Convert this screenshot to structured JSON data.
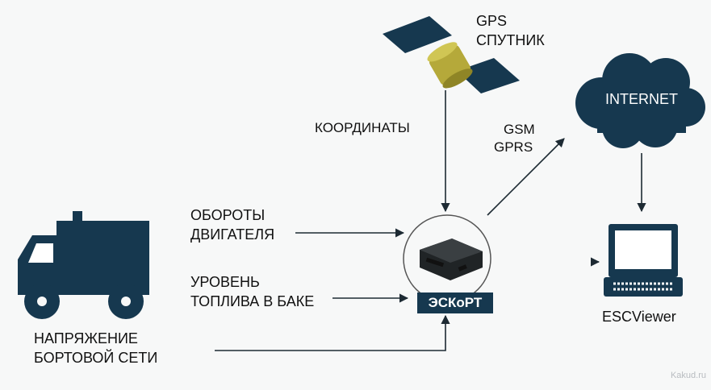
{
  "satellite_label": [
    "GPS",
    "СПУТНИК"
  ],
  "coordinates_label": "КООРДИНАТЫ",
  "gsm_label": [
    "GSM",
    "GPRS"
  ],
  "internet_label": "INTERNET",
  "engine_label": [
    "ОБОРОТЫ",
    "ДВИГАТЕЛЯ"
  ],
  "fuel_label": [
    "УРОВЕНЬ",
    "ТОПЛИВА В БАКЕ"
  ],
  "voltage_label": [
    "НАПРЯЖЕНИЕ",
    "БОРТОВОЙ СЕТИ"
  ],
  "device_label": "ЭСКоРТ",
  "viewer_label": "ESCViewer",
  "watermark": "Kakud.ru",
  "colors": {
    "navy": "#16384f",
    "satellite_body": "#b5a93a",
    "arrow": "#1d2a33",
    "background": "#f7f8f8"
  }
}
